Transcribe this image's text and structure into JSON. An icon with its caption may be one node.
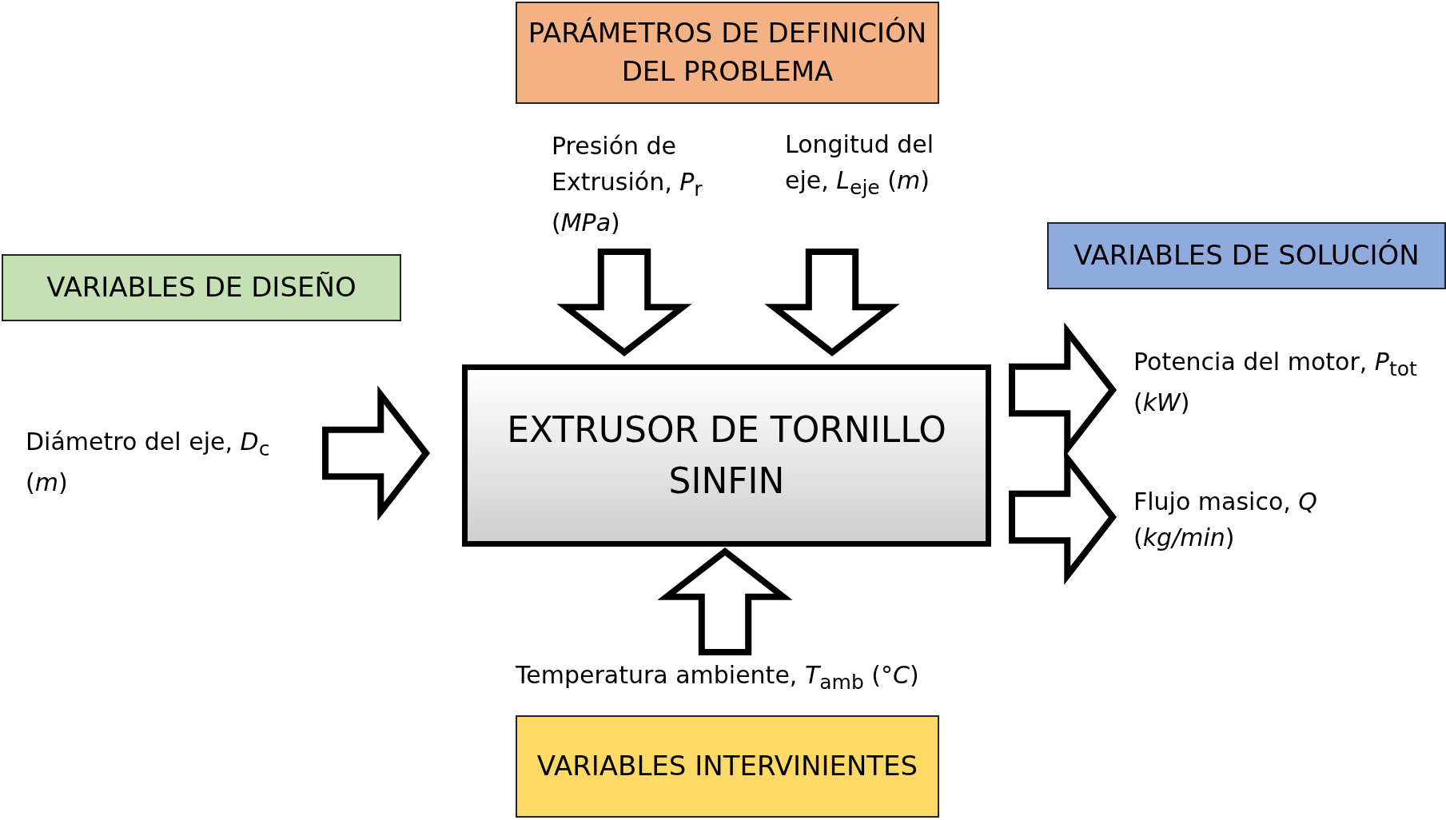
{
  "diagram": {
    "nodes": [
      {
        "text": [
          "PARÁMETROS DE DEFINICIÓN DEL PROBLEMA"
        ]
      },
      {
        "text": [
          "VARIABLES DE DISEÑO"
        ]
      },
      {
        "text": [
          "VARIABLES DE SOLUCIÓN"
        ]
      },
      {
        "text": [
          "EXTRUSOR DE TORNILLO SINFIN"
        ]
      },
      {
        "text": [
          "VARIABLES INTERVINIENTES"
        ]
      },
      {
        "text": [
          "Presión de Extrusión, *P*$_{r}$ (*MPa*)"
        ]
      },
      {
        "text": [
          "Longitud del eje, *L*$_{eje}$ (*m*)"
        ]
      },
      {
        "text": [
          "Diámetro del eje, *D*$_{c}$ (*m*)"
        ]
      },
      {
        "text": [
          "Potencia del motor, *P*$_{tot}$ (*kW*)"
        ]
      },
      {
        "text": [
          "Flujo masico, *Q* (*kg/min*)"
        ]
      },
      {
        "text": [
          "Temperatura ambiente, *T*$_{amb}$ (°*C*)"
        ]
      }
    ],
    "edges": [
      {
        "from": 5,
        "to": 3,
        "arrow": "to"
      },
      {
        "from": 6,
        "to": 3,
        "arrow": "to"
      },
      {
        "from": 7,
        "to": 3,
        "arrow": "to"
      },
      {
        "from": 3,
        "to": 8,
        "arrow": "to"
      },
      {
        "from": 3,
        "to": 9,
        "arrow": "to"
      },
      {
        "from": 10,
        "to": 3,
        "arrow": "to"
      }
    ]
  }
}
